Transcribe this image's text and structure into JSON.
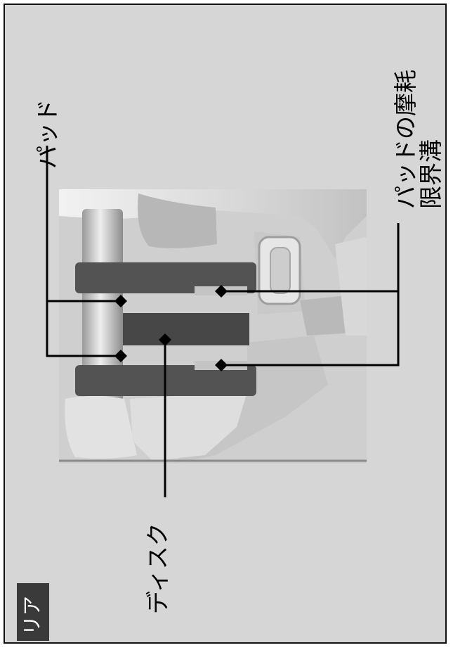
{
  "section_tag": "リア",
  "labels": {
    "pad": "パッド",
    "wear_groove_line1": "パッドの摩耗",
    "wear_groove_line2": "限界溝",
    "disc": "ディスク"
  },
  "colors": {
    "background": "#d6d6d6",
    "tag_background": "#3a3a3a",
    "leader_line": "#000000",
    "pad": "#505050",
    "disc": "#474747"
  }
}
